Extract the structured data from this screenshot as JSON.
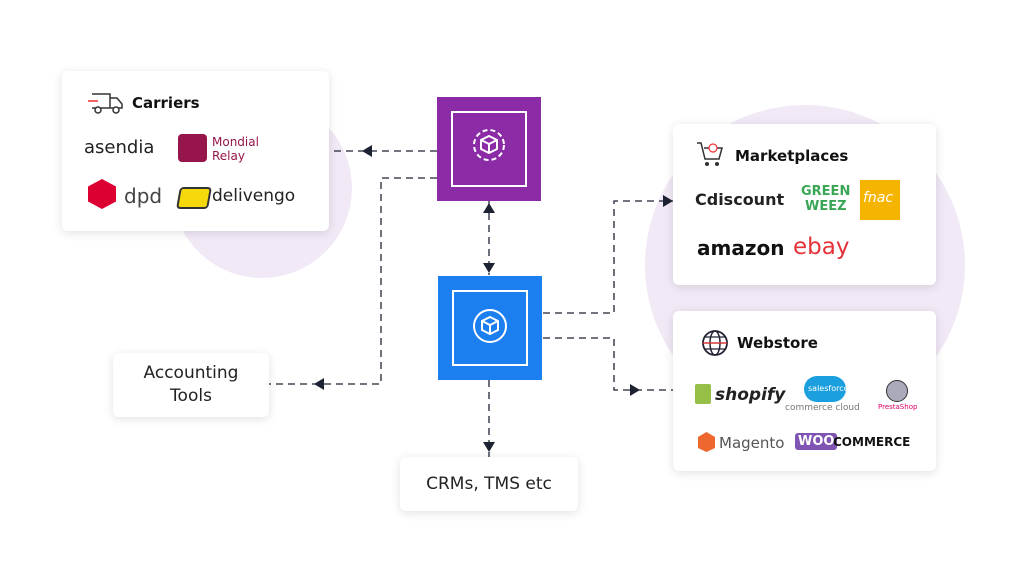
{
  "carriers": {
    "title": "Carriers",
    "icon": "truck-icon",
    "logos": [
      "asendia",
      "Mondial",
      "Relay",
      "dpd",
      "delivengo"
    ]
  },
  "marketplaces": {
    "title": "Marketplaces",
    "icon": "cart-icon",
    "logos": [
      "Cdiscount",
      "GREEN",
      "WEEZ",
      "fnac",
      "amazon",
      "ebay"
    ]
  },
  "webstore": {
    "title": "Webstore",
    "icon": "globe-icon",
    "logos": [
      "shopify",
      "salesforce",
      "commerce cloud",
      "PrestaShop",
      "Magento",
      "WOO",
      "COMMERCE"
    ]
  },
  "accounting": {
    "line1": "Accounting",
    "line2": "Tools"
  },
  "crms": {
    "label": "CRMs, TMS etc"
  },
  "colors": {
    "purple": "#8b2ba6",
    "blue": "#1b7ff0",
    "circle": "#f1e9f5",
    "line": "#1d2233"
  }
}
